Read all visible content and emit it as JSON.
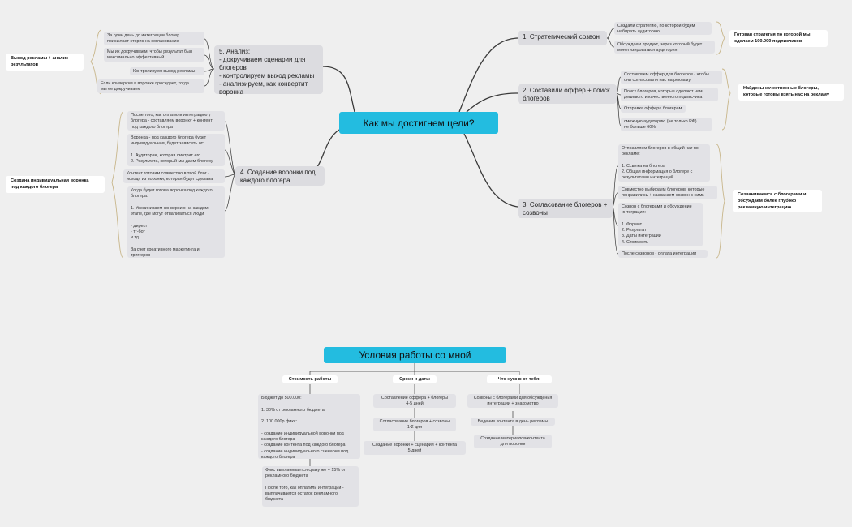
{
  "map1": {
    "root": "Как мы достигнем цели?",
    "branch1": {
      "title": "1. Стратегический созвон",
      "items": [
        "Создали стратегию, по которой будем\nнабирать аудиторию",
        "Обсуждаем продукт, через который будет\nмонетизироваться аудитория"
      ],
      "summary": "Готовая стратегия по которой мы\nсделаем 100.000 подписчиков"
    },
    "branch2": {
      "title": "2. Составили оффер + поиск\nблогеров",
      "items": [
        "Составляем оффер для блогеров - чтобы\nони согласовали нас на рекламу",
        "Поиск блогеров, которые сделают нам\nдешевого и качественного подписчика",
        "Отправка оффера блогерам",
        "смежную аудиторию (не только РФ)\nне больше 60%"
      ],
      "summary": "Найдены качественные блогеры,\nкоторые готовы взять нас на рекламу"
    },
    "branch3": {
      "title": "3. Согласование блогеров +\nсозвоны",
      "items": [
        "Отправляем блогеров в общий чат по\nрекламе:\n\n1. Ссылка на блогера\n2. Общая информация о блогере с\nрезультатами интеграций",
        "Совместно выбираем блогеров, которые\nпонравились + назначаем созвон с ними",
        "Созвон с блогерами и обсуждение\nинтеграции:\n\n1. Формат\n2. Результат\n3. Даты интеграции\n4. Стоимость",
        "После созвонов - оплата интеграции"
      ],
      "summary": "Созваниваемся с блогерами и\nобсуждаем более глубоко\nрекламную интеграцию"
    },
    "branch4": {
      "title": "4. Создание воронки под\nкаждого блогера",
      "items": [
        "После того, как оплатили интеграцию у\nблогера - составляем воронку + контент\nпод каждого блогера",
        "Воронка - под каждого блогера будет\nиндивидуальная, будет зависеть от:\n\n1. Аудитории, которая смотрит его\n2. Результата, который мы даем блогеру",
        "Контент готовим совместно в твой блог -\nисходя из воронки, которая будет сделана",
        "Когда будет готова воронка под каждого\nблогера:\n\n1. Увеличиваем конверсию на каждом\nэтапе, где могут отваливаться люди\n\n- директ\n- тг-бот\nи тд\n\nЗа счет креативного маркетинга и\nтриггеров"
      ],
      "summary": "Создана индивидуальная воронка\nпод каждого блогера"
    },
    "branch5": {
      "title": "5. Анализ:\n- докручиваем сценарии для\nблогеров\n- контролируем выход рекламы\n- анализируем, как конвертит\nворонка",
      "items": [
        "За один день до интеграции блогер\nприсылает сторис на согласование",
        "Мы их докручиваем, чтобы результат был\nмаксимально эффективный",
        "Контролируем выход рекламы",
        "Если конверсия в воронке проседает, тогда\nмы ее докручиваем"
      ],
      "summary": "Выход рекламы + анализ\nрезультатов"
    }
  },
  "map2": {
    "root": "Условия работы со мной",
    "col1": {
      "head": "Стоимость работы",
      "items": [
        "Бюджет до 500.000:\n\n1. 30% от рекламного бюджета\n\n2. 100.000р фикс:\n\n- создание индивидуальной воронки под\nкаждого блогера\n- создание контента под каждого блогера\n- создание индивидуального сценария под\nкаждого блогера",
        "Фикс выплачивается сразу же + 15% от\nрекламного бюджета\n\nПосле того, как оплатили интеграции -\nвыплачивается остаток рекламного\nбюджета"
      ]
    },
    "col2": {
      "head": "Сроки и даты",
      "items": [
        "Составление оффера + блогеры\n4-5 дней",
        "Согласование блогеров + созвоны\n1-2 дня",
        "Создание воронки + сценария + контента\n5 дней"
      ]
    },
    "col3": {
      "head": "Что нужно от тебя:",
      "items": [
        "Созвоны с блогерами для обсуждения\nинтеграции + знакомство",
        "Ведение контента в день рекламы",
        "Создание материалов/контента\nдля воронки"
      ]
    }
  },
  "colors": {
    "accent": "#23bce0",
    "line": "#3a3a3a",
    "bracket": "#c8b68a"
  }
}
